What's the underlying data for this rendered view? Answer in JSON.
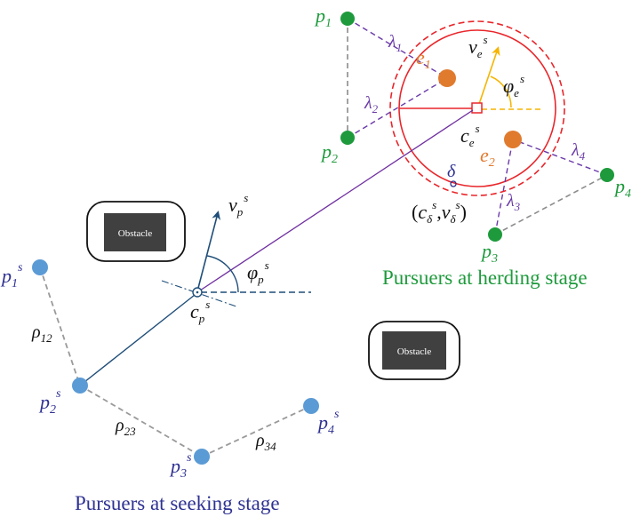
{
  "herding": {
    "caption": "Pursuers at herding stage",
    "pursuers": [
      {
        "id": "p1",
        "base": "p",
        "sub": "1"
      },
      {
        "id": "p2",
        "base": "p",
        "sub": "2"
      },
      {
        "id": "p3",
        "base": "p",
        "sub": "3"
      },
      {
        "id": "p4",
        "base": "p",
        "sub": "4"
      }
    ],
    "evaders": [
      {
        "id": "e1",
        "base": "e",
        "sub": "1"
      },
      {
        "id": "e2",
        "base": "e",
        "sub": "2"
      }
    ],
    "lambdas": [
      {
        "base": "λ",
        "sub": "1"
      },
      {
        "base": "λ",
        "sub": "2"
      },
      {
        "base": "λ",
        "sub": "3"
      },
      {
        "base": "λ",
        "sub": "4"
      }
    ],
    "center_label": {
      "base": "c",
      "sub": "e",
      "sup": "s"
    },
    "velocity_label": {
      "base": "v",
      "sub": "e",
      "sup": "s"
    },
    "angle_label": {
      "base": "φ",
      "sub": "e",
      "sup": "s"
    },
    "delta_label": "δ",
    "tuple_label": {
      "open": "(",
      "c": "c",
      "c_sub": "δ",
      "c_sup": "s",
      "comma": ",",
      "v": "v",
      "v_sub": "δ",
      "v_sup": "s",
      "close": ")"
    }
  },
  "seeking": {
    "caption": "Pursuers at seeking stage",
    "pursuers": [
      {
        "base": "p",
        "sub": "1",
        "sup": "s"
      },
      {
        "base": "p",
        "sub": "2",
        "sup": "s"
      },
      {
        "base": "p",
        "sub": "3",
        "sup": "s"
      },
      {
        "base": "p",
        "sub": "4",
        "sup": "s"
      }
    ],
    "rhos": [
      {
        "base": "ρ",
        "sub": "12"
      },
      {
        "base": "ρ",
        "sub": "23"
      },
      {
        "base": "ρ",
        "sub": "34"
      }
    ],
    "center_label": {
      "base": "c",
      "sub": "p",
      "sup": "s"
    },
    "velocity_label": {
      "base": "v",
      "sub": "p",
      "sup": "s"
    },
    "angle_label": {
      "base": "φ",
      "sub": "p",
      "sup": "s"
    }
  },
  "obstacles": [
    {
      "label": "Obstacle"
    },
    {
      "label": "Obstacle"
    }
  ],
  "colors": {
    "green": "#1e9a3c",
    "blue": "#5b9bd5",
    "orange": "#e07b2e",
    "red": "#e8262b",
    "gold": "#f5b400",
    "purple": "#6a3aa8",
    "navy": "#1f4e79",
    "obstacle": "#404040"
  }
}
